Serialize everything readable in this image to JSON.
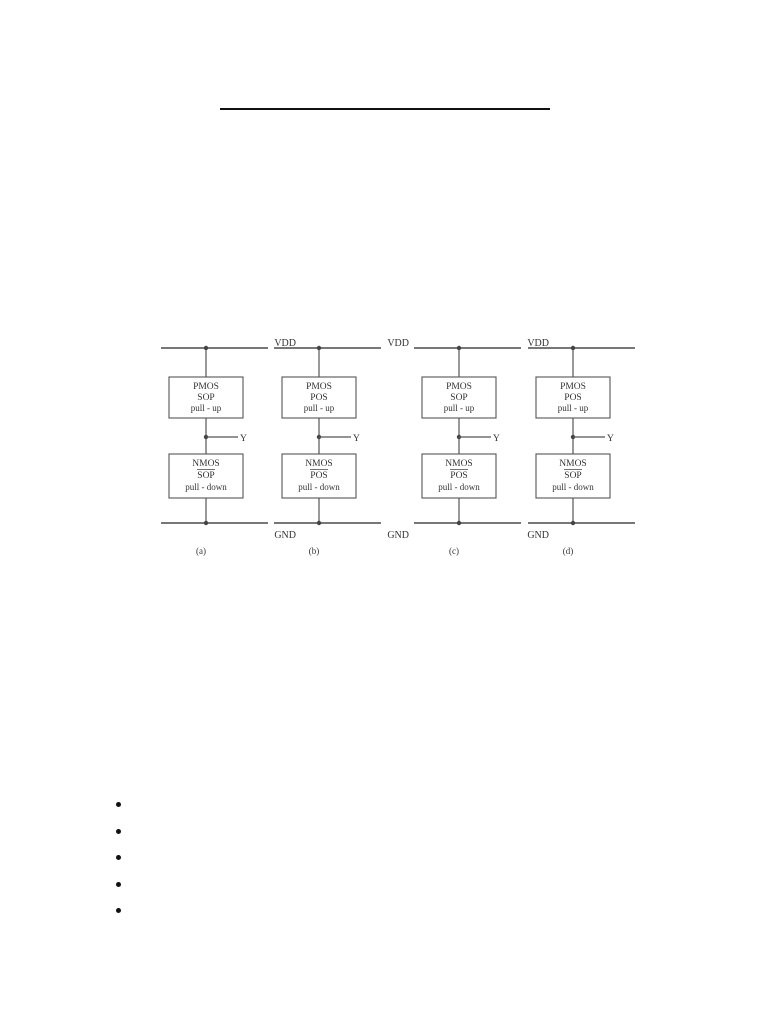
{
  "figure": {
    "rail_top_label": "VDD",
    "rail_bottom_label": "GND",
    "output_label": "Y",
    "panels": [
      {
        "caption": "(a)",
        "pullup": [
          "PMOS",
          "SOP",
          "pull - up"
        ],
        "pulldown": [
          "NMOS",
          "SOP",
          "pull - down"
        ]
      },
      {
        "caption": "(b)",
        "pullup": [
          "PMOS",
          "POS",
          "pull - up"
        ],
        "pulldown": [
          "NMOS",
          "POS",
          "pull - down"
        ]
      },
      {
        "caption": "(c)",
        "pullup": [
          "PMOS",
          "SOP",
          "pull - up"
        ],
        "pulldown": [
          "NMOS",
          "POS",
          "pull - down"
        ]
      },
      {
        "caption": "(d)",
        "pullup": [
          "PMOS",
          "POS",
          "pull - up"
        ],
        "pulldown": [
          "NMOS",
          "SOP",
          "pull - down"
        ]
      }
    ]
  },
  "bullet_list": {
    "items": [
      "",
      "",
      "",
      "",
      ""
    ]
  }
}
